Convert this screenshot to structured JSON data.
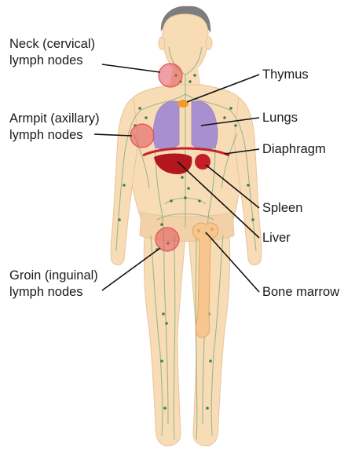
{
  "labels": {
    "neck": {
      "line1": "Neck (cervical)",
      "line2": "lymph nodes"
    },
    "armpit": {
      "line1": "Armpit (axillary)",
      "line2": "lymph nodes"
    },
    "groin": {
      "line1": "Groin (inguinal)",
      "line2": "lymph nodes"
    },
    "thymus": "Thymus",
    "lungs": "Lungs",
    "diaphragm": "Diaphragm",
    "spleen": "Spleen",
    "liver": "Liver",
    "bone_marrow": "Bone marrow"
  },
  "colors": {
    "skin": "#f8dcb6",
    "skin_outline": "#e9c49a",
    "hair": "#7d7d7d",
    "lymph_vessel": "#8fb38a",
    "lymph_node": "#3f7d4f",
    "highlight_circle": "#e0525a",
    "lungs": "#a88fd0",
    "thymus": "#f29a2b",
    "diaphragm": "#c8202a",
    "liver": "#b3161e",
    "spleen": "#c41f28",
    "bone": "#f7c68f",
    "callout_line": "#111111"
  }
}
